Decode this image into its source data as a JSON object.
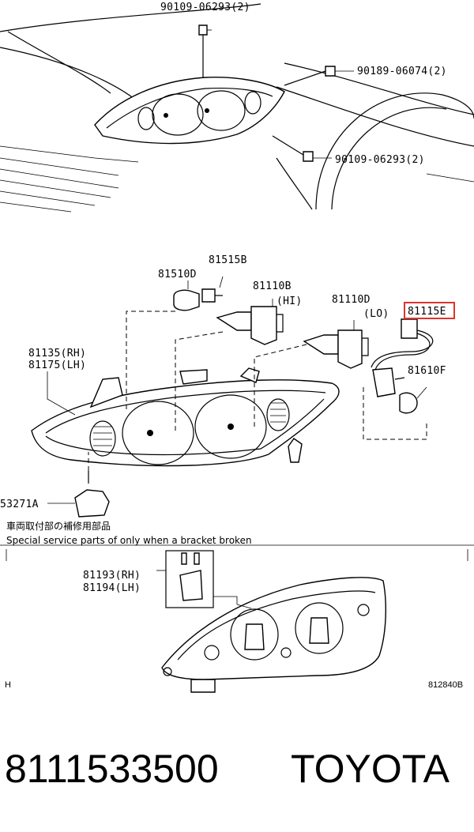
{
  "callouts": {
    "bolt_top": "90109-06293(2)",
    "clip_right": "90189-06074(2)",
    "bolt_lower": "90109-06293(2)",
    "socket": "81515B",
    "bulb_small": "81510D",
    "bulb_hi": "81110B",
    "hi_tag": "(HI)",
    "bulb_lo": "81110D",
    "lo_tag": "(LO)",
    "highlight_part": "81115E",
    "bulb_front": "81610F",
    "housing_rh": "81135(RH)",
    "housing_lh": "81175(LH)",
    "bracket_part": "53271A",
    "repair_rh": "81193(RH)",
    "repair_lh": "81194(LH)"
  },
  "notes": {
    "japanese": "車両取付部の補修用部品",
    "english": "Special service parts of only when a bracket broken"
  },
  "footer_codes": {
    "left_mark": "H",
    "drawing_id": "812840B"
  },
  "part": {
    "number": "8111533500",
    "brand": "TOYOTA"
  },
  "colors": {
    "highlight": "#e0322e",
    "line": "#000000"
  }
}
